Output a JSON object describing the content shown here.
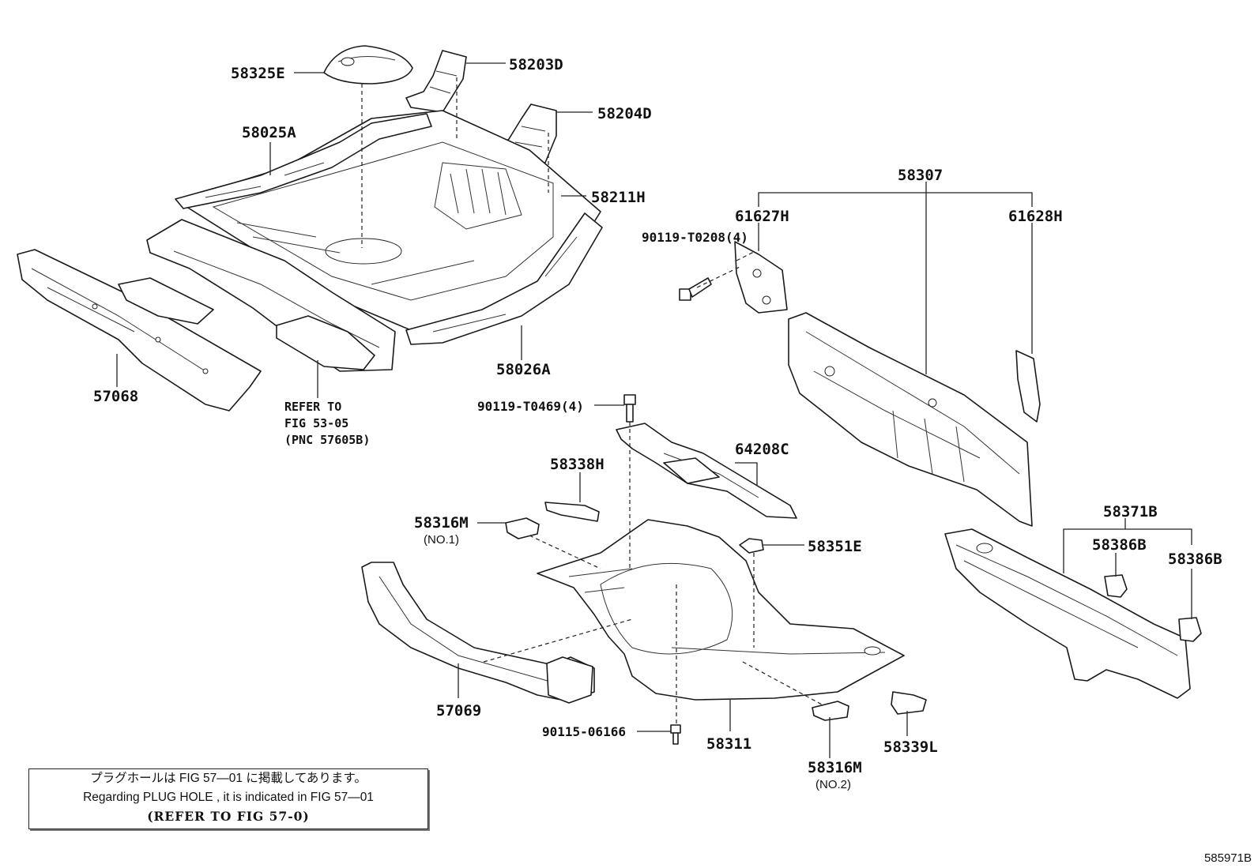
{
  "labels": {
    "p58325E": "58325E",
    "p58203D": "58203D",
    "p58204D": "58204D",
    "p58025A": "58025A",
    "p58211H": "58211H",
    "p58307": "58307",
    "p61627H": "61627H",
    "p61628H": "61628H",
    "p90119_T0208": "90119-T0208(4)",
    "p57068": "57068",
    "p58026A": "58026A",
    "p90119_T0469": "90119-T0469(4)",
    "p64208C": "64208C",
    "p58338H": "58338H",
    "p58316M_1": "58316M",
    "p58316M_1_note": "(NO.1)",
    "p58351E": "58351E",
    "p58371B": "58371B",
    "p58386B_a": "58386B",
    "p58386B_b": "58386B",
    "p57069": "57069",
    "p90115_06166": "90115-06166",
    "p58311": "58311",
    "p58316M_2": "58316M",
    "p58316M_2_note": "(NO.2)",
    "p58339L": "58339L"
  },
  "refer": {
    "line1": "REFER TO",
    "line2": "FIG 53-05",
    "line3": "(PNC 57605B)"
  },
  "note": {
    "jp": "プラグホールは FIG 57—01 に掲載してあります。",
    "en": "Regarding  PLUG  HOLE , it is indicated in  FIG  57—01",
    "ref": "(REFER TO FIG 57-0)"
  },
  "figure_code": "585971B"
}
